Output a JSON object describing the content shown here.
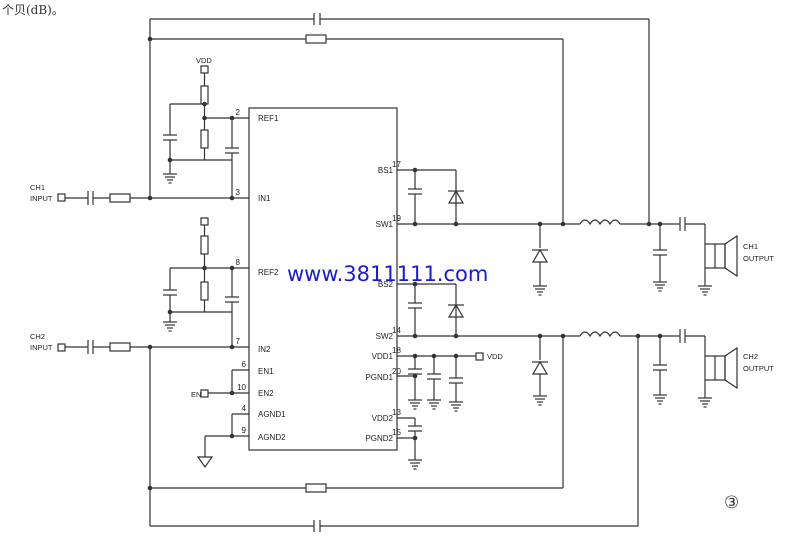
{
  "header_fragment": "个贝(dB)。",
  "watermark": "www.3811111.com",
  "figure_number": "③",
  "colors": {
    "ink": "#333333",
    "watermark": "#1a1ad6"
  },
  "channels": {
    "ch1": {
      "name": "CH1",
      "input": "INPUT",
      "output": "OUTPUT"
    },
    "ch2": {
      "name": "CH2",
      "input": "INPUT",
      "output": "OUTPUT"
    }
  },
  "supply": {
    "vdd_top": "VDD",
    "vdd_right": "VDD",
    "en": "EN"
  },
  "ic": {
    "left_pins": [
      {
        "num": "2",
        "name": "REF1"
      },
      {
        "num": "3",
        "name": "IN1"
      },
      {
        "num": "8",
        "name": "REF2"
      },
      {
        "num": "7",
        "name": "IN2"
      },
      {
        "num": "6",
        "name": "EN1"
      },
      {
        "num": "10",
        "name": "EN2"
      },
      {
        "num": "4",
        "name": "AGND1"
      },
      {
        "num": "9",
        "name": "AGND2"
      }
    ],
    "right_pins": [
      {
        "num": "17",
        "name": "BS1"
      },
      {
        "num": "19",
        "name": "SW1"
      },
      {
        "num": "",
        "name": "BS2"
      },
      {
        "num": "14",
        "name": "SW2"
      },
      {
        "num": "18",
        "name": "VDD1"
      },
      {
        "num": "20",
        "name": "PGND1"
      },
      {
        "num": "13",
        "name": "VDD2"
      },
      {
        "num": "15",
        "name": "PGND2"
      }
    ]
  }
}
